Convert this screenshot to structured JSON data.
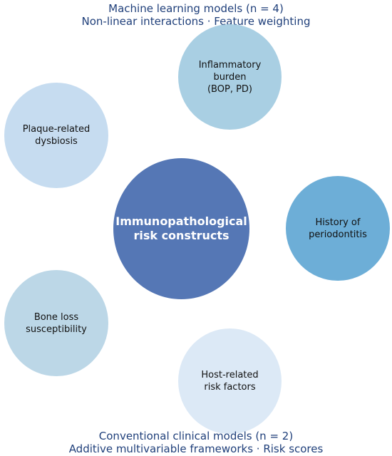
{
  "top_caption": {
    "line1": "Machine learning models (n = 4)",
    "line2": "Non-linear interactions · Feature weighting"
  },
  "bottom_caption": {
    "line1": "Conventional clinical models (n = 2)",
    "line2": "Additive multivariable frameworks · Risk scores"
  },
  "center": {
    "label": "Immunopathological\nrisk constructs",
    "color": "#5577b5"
  },
  "satellites": {
    "inflammatory": {
      "label": "Inflammatory\nburden\n(BOP, PD)",
      "color": "#a9cfe3"
    },
    "plaque": {
      "label": "Plaque-related\ndysbiosis",
      "color": "#c6dcf0"
    },
    "history": {
      "label": "History of\nperiodontitis",
      "color": "#6daed7"
    },
    "bone": {
      "label": "Bone loss\nsusceptibility",
      "color": "#bcd7e7"
    },
    "host": {
      "label": "Host-related\nrisk factors",
      "color": "#dce9f6"
    }
  }
}
